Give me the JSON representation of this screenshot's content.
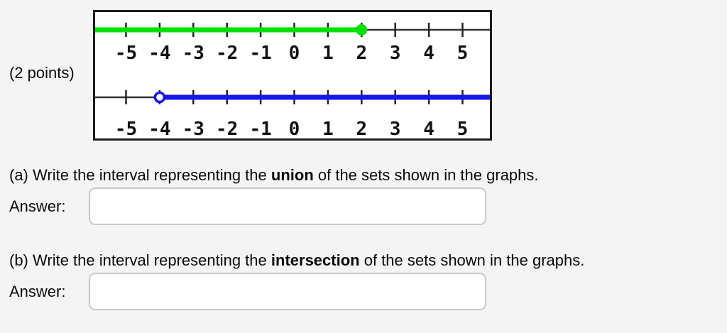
{
  "page": {
    "background_color": "#f4f4f4"
  },
  "points_label": "(2 points)",
  "graph_panel": {
    "border_color": "#1c1c1c",
    "background_color": "#ffffff",
    "chart_data": {
      "type": "number_line",
      "tick_values": [
        -5,
        -4,
        -3,
        -2,
        -1,
        0,
        1,
        2,
        3,
        4,
        5
      ],
      "tick_labels": [
        "-5",
        "-4",
        "-3",
        "-2",
        "-1",
        "0",
        "1",
        "2",
        "3",
        "4",
        "5"
      ],
      "number_lines": [
        {
          "name": "top-number-line",
          "color": "#00e000",
          "endpoint": 2,
          "endpoint_style": "closed",
          "shaded_direction": "left"
        },
        {
          "name": "bottom-number-line",
          "color": "#1717ec",
          "endpoint": -4,
          "endpoint_style": "open",
          "shaded_direction": "right"
        }
      ],
      "axis_color": "#333333",
      "tick_color": "#222222"
    }
  },
  "questions": [
    {
      "prefix": "(a) Write the interval representing the ",
      "emphasis": "union",
      "suffix": " of the sets shown in the graphs.",
      "answer_label": "Answer:",
      "answer_value": ""
    },
    {
      "prefix": "(b) Write the interval representing the ",
      "emphasis": "intersection",
      "suffix": " of the sets shown in the graphs.",
      "answer_label": "Answer:",
      "answer_value": ""
    }
  ]
}
